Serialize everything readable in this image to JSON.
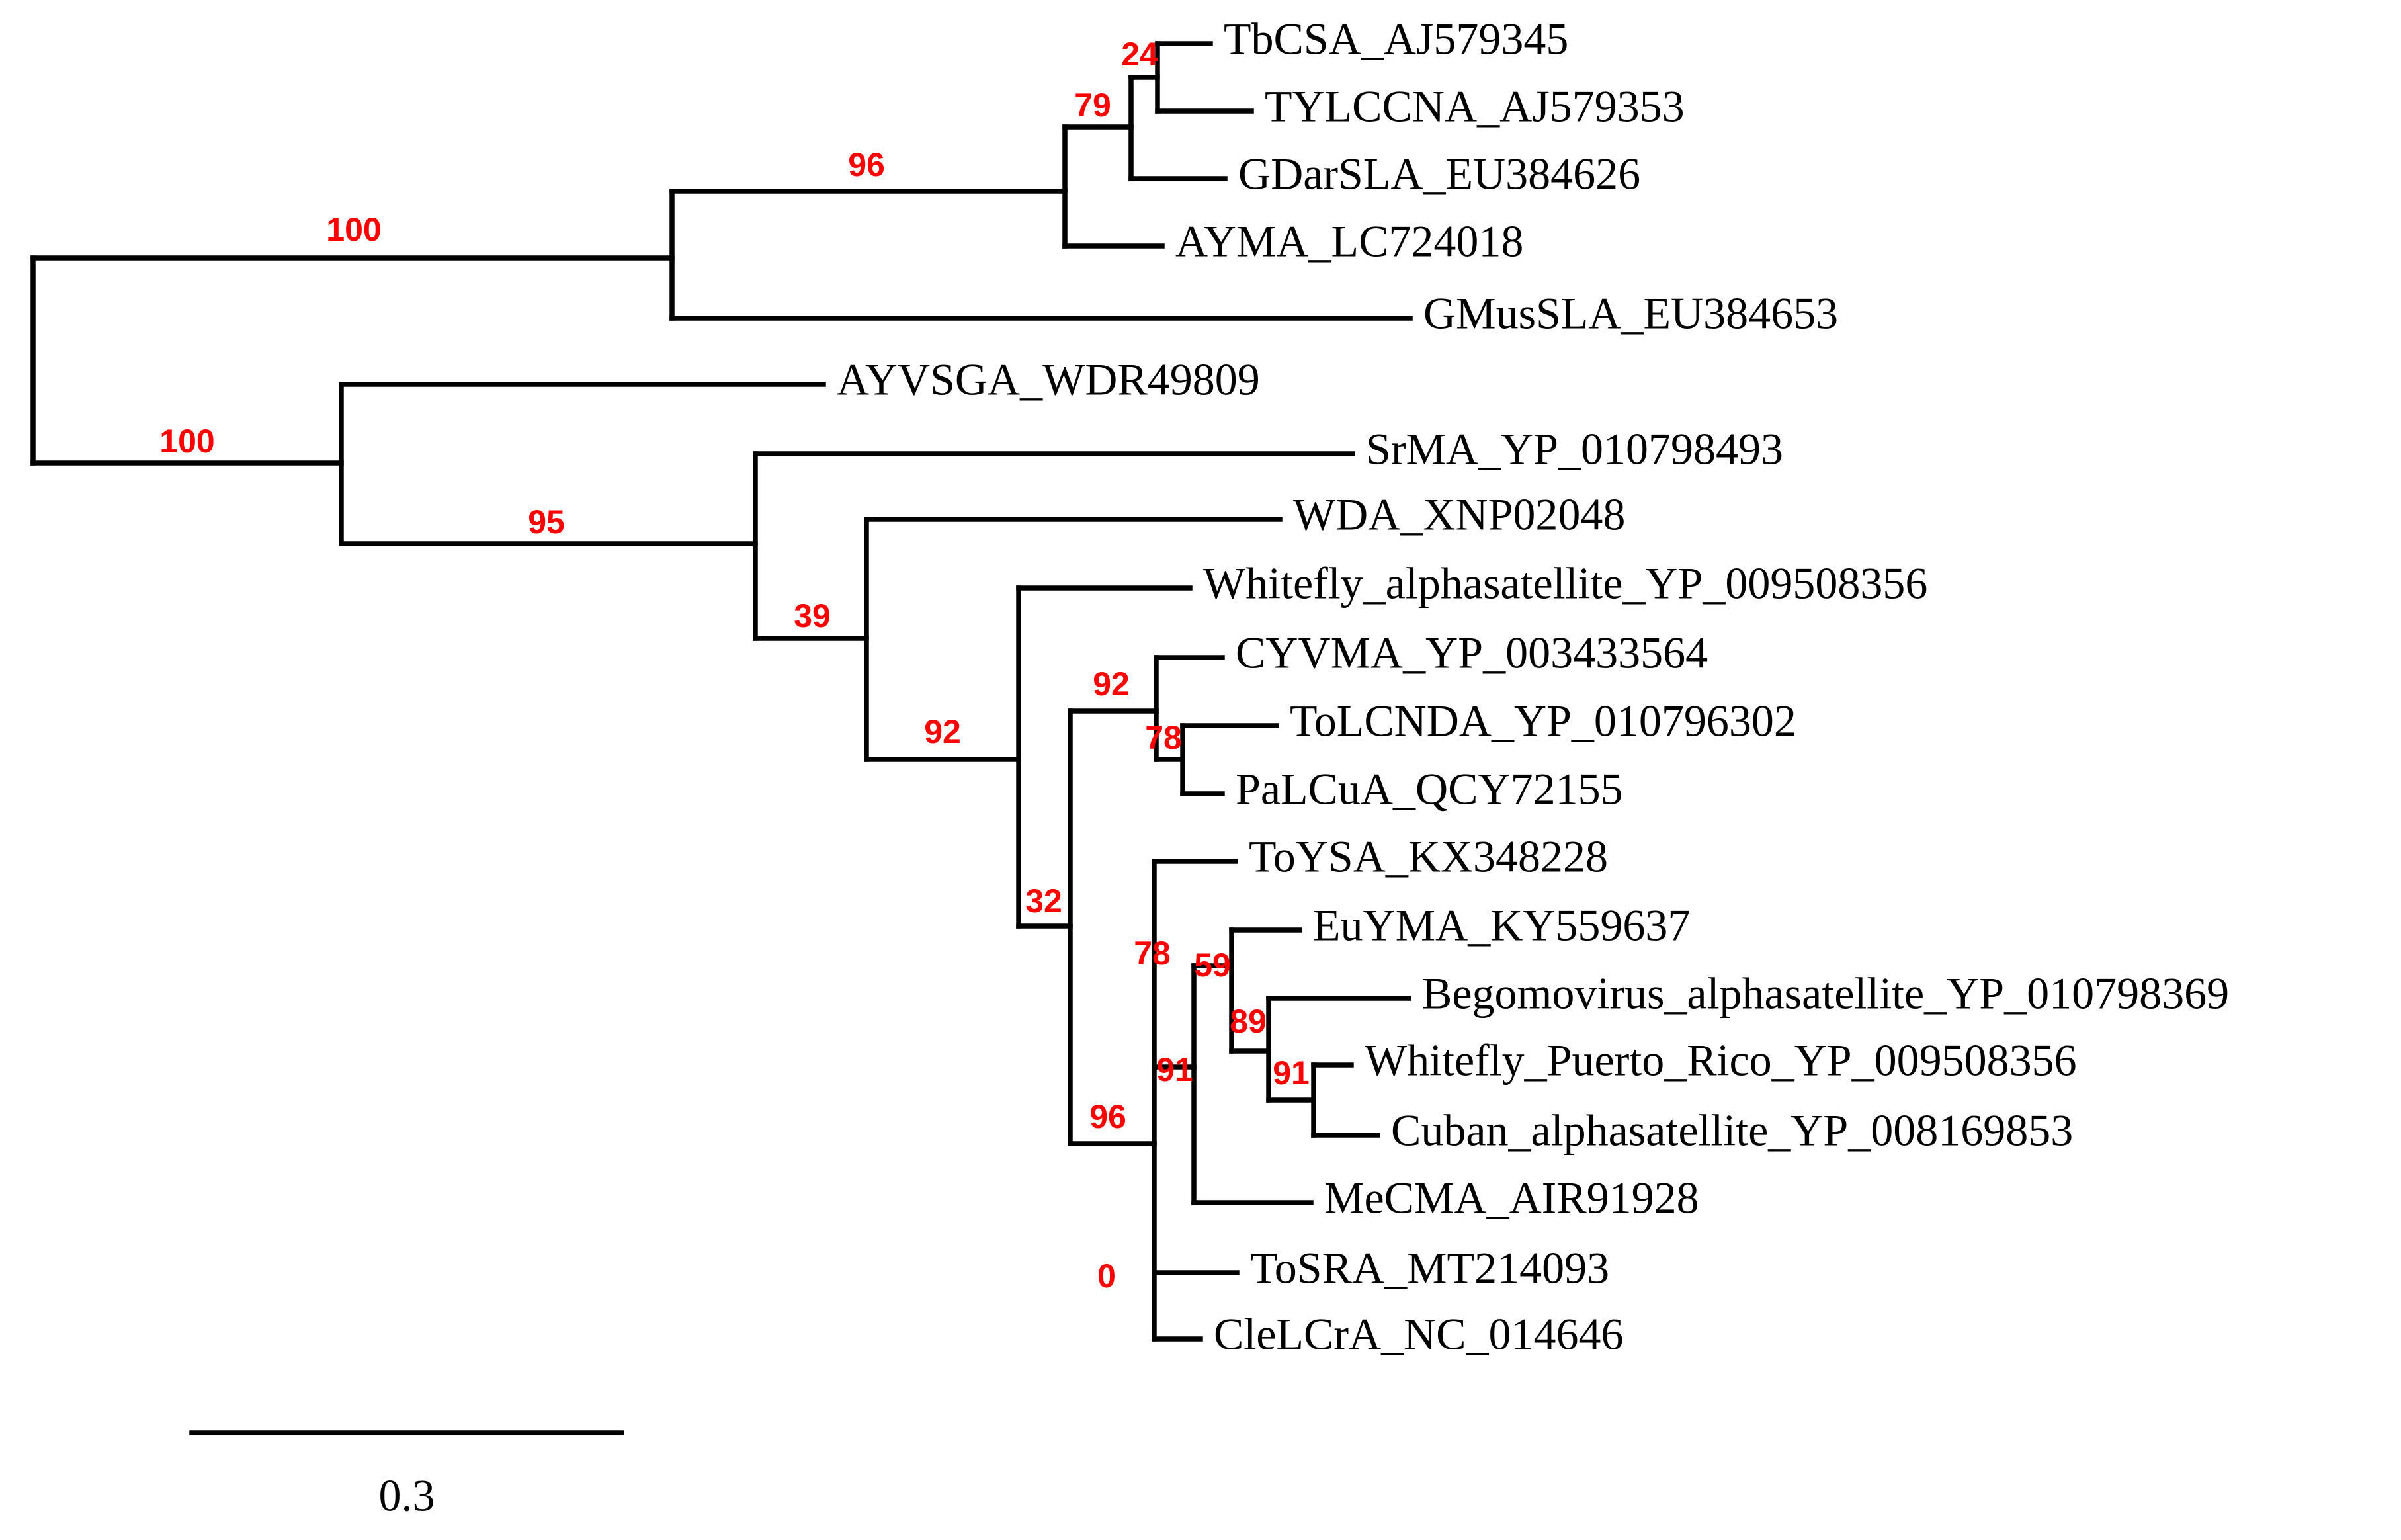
{
  "tree": {
    "support_color": "#ff0000",
    "branch_color": "#000000",
    "taxa": [
      {
        "id": "tbcsa",
        "label": "TbCSA_AJ579345"
      },
      {
        "id": "tylccna",
        "label": "TYLCCNA_AJ579353"
      },
      {
        "id": "gdarsla",
        "label": "GDarSLA_EU384626"
      },
      {
        "id": "ayma",
        "label": "AYMA_LC724018"
      },
      {
        "id": "gmussla",
        "label": "GMusSLA_EU384653"
      },
      {
        "id": "ayvsga",
        "label": "AYVSGA_WDR49809"
      },
      {
        "id": "srma",
        "label": "SrMA_YP_010798493"
      },
      {
        "id": "wda",
        "label": "WDA_XNP02048"
      },
      {
        "id": "whitefly-alpha",
        "label": "Whitefly_alphasatellite_YP_009508356"
      },
      {
        "id": "cyvma",
        "label": "CYVMA_YP_003433564"
      },
      {
        "id": "tolcnda",
        "label": "ToLCNDA_YP_010796302"
      },
      {
        "id": "palcua",
        "label": "PaLCuA_QCY72155"
      },
      {
        "id": "toysa",
        "label": "ToYSA_KX348228"
      },
      {
        "id": "euyma",
        "label": "EuYMA_KY559637"
      },
      {
        "id": "begomovirus-alpha",
        "label": "Begomovirus_alphasatellite_YP_010798369"
      },
      {
        "id": "whitefly-pr",
        "label": "Whitefly_Puerto_Rico_YP_009508356"
      },
      {
        "id": "cuban-alpha",
        "label": "Cuban_alphasatellite_YP_008169853"
      },
      {
        "id": "mecma",
        "label": "MeCMA_AIR91928"
      },
      {
        "id": "tosra",
        "label": "ToSRA_MT214093"
      },
      {
        "id": "clelcra",
        "label": "CleLCrA_NC_014646"
      }
    ],
    "support_values": [
      {
        "id": "s24",
        "value": "24"
      },
      {
        "id": "s79",
        "value": "79"
      },
      {
        "id": "s96a",
        "value": "96"
      },
      {
        "id": "s100a",
        "value": "100"
      },
      {
        "id": "s100b",
        "value": "100"
      },
      {
        "id": "s95",
        "value": "95"
      },
      {
        "id": "s39",
        "value": "39"
      },
      {
        "id": "s92a",
        "value": "92"
      },
      {
        "id": "s92b",
        "value": "92"
      },
      {
        "id": "s78a",
        "value": "78"
      },
      {
        "id": "s32",
        "value": "32"
      },
      {
        "id": "s78b",
        "value": "78"
      },
      {
        "id": "s59",
        "value": "59"
      },
      {
        "id": "s89",
        "value": "89"
      },
      {
        "id": "s91a",
        "value": "91"
      },
      {
        "id": "s91b",
        "value": "91"
      },
      {
        "id": "s96b",
        "value": "96"
      },
      {
        "id": "s0",
        "value": "0"
      }
    ],
    "scale_bar": {
      "value": 0.3,
      "label": "0.3"
    }
  }
}
